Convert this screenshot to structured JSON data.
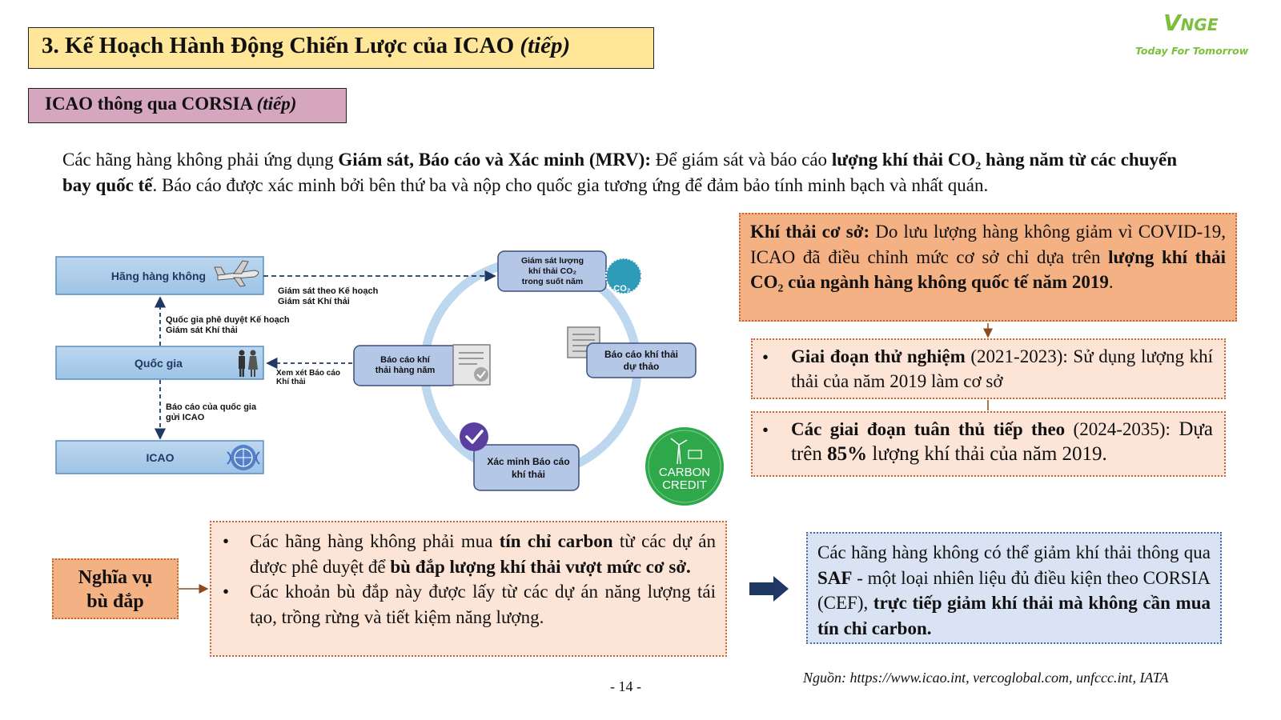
{
  "header": {
    "title": "3. Kế Hoạch Hành Động Chiến Lược của ICAO ",
    "title_italic": "(tiếp)",
    "subtitle": "ICAO thông qua CORSIA ",
    "subtitle_italic": "(tiếp)"
  },
  "logo": {
    "mark_big": "V",
    "mark_small": "NGE",
    "tagline": "Today For Tomorrow"
  },
  "intro": {
    "p1": "Các hãng hàng không phải ứng dụng ",
    "b1": "Giám sát, Báo cáo và Xác minh (MRV):",
    "p2": " Để giám sát và báo cáo ",
    "b2": "lượng khí thải CO₂ hàng năm từ các chuyến bay quốc tế",
    "p3": ". Báo cáo được xác minh bởi bên thứ ba và nộp cho quốc gia tương ứng để đảm bảo tính minh bạch và nhất quán."
  },
  "diagram": {
    "box_airline": "Hãng hàng không",
    "box_country": "Quốc gia",
    "box_icao": "ICAO",
    "label_monitor_plan_1": "Giám sát theo Kế hoạch",
    "label_monitor_plan_2": "Giám sát Khí thải",
    "label_approve_1": "Quốc gia phê duyệt Kế hoạch",
    "label_approve_2": "Giám sát Khí thải",
    "label_review_1": "Xem xét Báo cáo",
    "label_review_2": "Khí thải",
    "label_report_1": "Báo cáo của quốc gia",
    "label_report_2": "gửi ICAO",
    "cycle_monitor_1": "Giám sát lượng",
    "cycle_monitor_2": "khí thải CO₂",
    "cycle_monitor_3": "trong suốt năm",
    "cycle_draft_1": "Báo cáo khí thải",
    "cycle_draft_2": "dự thảo",
    "cycle_verify_1": "Xác minh Báo cáo",
    "cycle_verify_2": "khí thải",
    "cycle_annual_1": "Báo cáo khí",
    "cycle_annual_2": "thải hàng năm",
    "co2_badge": "CO₂",
    "carbon_1": "CARBON",
    "carbon_2": "CREDIT"
  },
  "baseline": {
    "b1": "Khí thải cơ sở:",
    "p1": " Do lưu lượng hàng không giảm vì COVID-19, ICAO đã điều chỉnh mức cơ sở chỉ dựa trên ",
    "b2": "lượng khí thải CO₂ của ngành hàng không quốc tế năm 2019",
    "p2": "."
  },
  "phase1": {
    "bullet": "•",
    "b1": "Giai đoạn thử nghiệm",
    "p1": " (2021-2023): Sử dụng lượng khí thải của năm 2019 làm cơ sở"
  },
  "phase2": {
    "bullet": "•",
    "b1": "Các giai đoạn tuân thủ tiếp theo",
    "p1": " (2024-2035): ",
    "p2": "Dựa trên ",
    "b2": "85%",
    "p3": " lượng khí thải của năm 2019."
  },
  "obligation": {
    "label_1": "Nghĩa vụ",
    "label_2": "bù đắp",
    "item1_p1": "Các hãng hàng không phải mua ",
    "item1_b1": "tín chỉ carbon",
    "item1_p2": " từ các dự án được phê duyệt để ",
    "item1_b2": "bù đắp lượng khí thải vượt mức cơ sở.",
    "item2": "Các khoản bù đắp này được lấy từ các dự án năng lượng tái tạo, trồng rừng và tiết kiệm năng lượng.",
    "bullet": "•"
  },
  "saf": {
    "p1": "Các hãng hàng không có thể giảm khí thải thông qua ",
    "b1": "SAF",
    "p2": " - một loại nhiên liệu đủ điều kiện theo CORSIA (CEF), ",
    "b2": "trực tiếp giảm khí thải mà không cần mua tín chỉ carbon."
  },
  "footer": {
    "page": "- 14 -",
    "source": "Nguồn: https://www.icao.int, vercoglobal.com, unfccc.int, IATA"
  },
  "colors": {
    "title_bg": "#FFE699",
    "subtitle_bg": "#D5A6BD",
    "orange_dark": "#F4B183",
    "orange_light": "#FCE4D6",
    "blue_light": "#DAE3F3",
    "diagram_box": "#9DC3E6",
    "cycle_box": "#B4C7E7",
    "navy": "#1F3864",
    "green": "#2EA84A"
  }
}
